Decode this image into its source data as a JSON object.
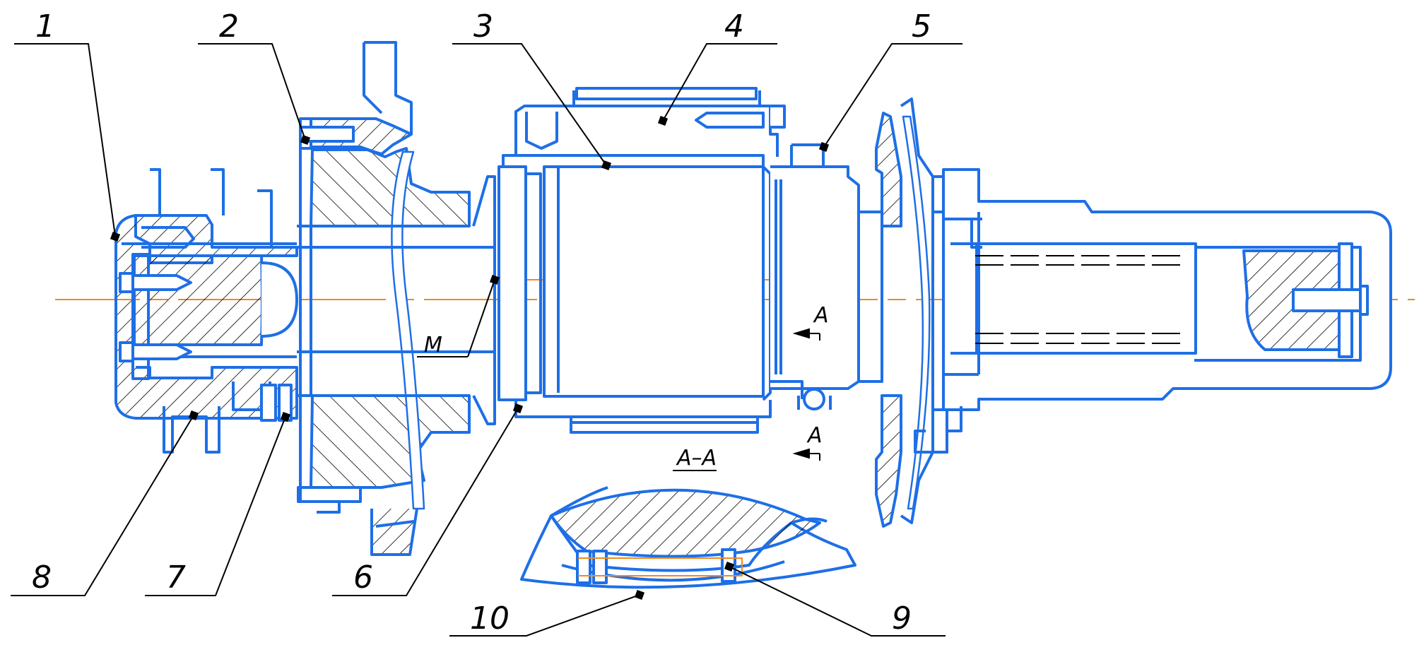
{
  "title": "",
  "colors": {
    "outline": "#1e6fe6",
    "axis": "#f08a1c",
    "leader": "#000000",
    "hatch": "#000000",
    "paper": "#ffffff"
  },
  "callouts": [
    "1",
    "2",
    "3",
    "4",
    "5",
    "6",
    "7",
    "8",
    "9",
    "10"
  ],
  "section": {
    "title": "A–A",
    "arrow_letter": "A"
  },
  "diameter_mark": "M"
}
